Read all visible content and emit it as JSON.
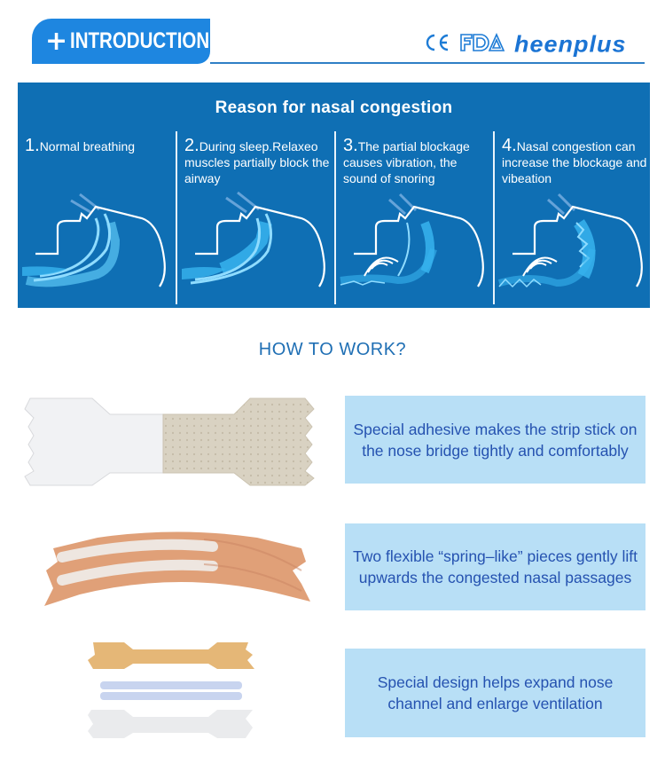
{
  "header": {
    "tab_plus": "+",
    "tab_label": "INTRODUCTION",
    "logos": {
      "ce": "CE",
      "fda": "FDA",
      "brand": "heenplus"
    }
  },
  "panel": {
    "title": "Reason for nasal congestion",
    "stages": [
      {
        "num": "1.",
        "text": "Normal breathing",
        "icon": "airway-normal-icon"
      },
      {
        "num": "2.",
        "text": "During sleep.Relaxeo muscles partially block the airway",
        "icon": "airway-partially-blocked-icon"
      },
      {
        "num": "3.",
        "text": "The partial blockage causes vibration, the sound of snoring",
        "icon": "airway-snoring-icon"
      },
      {
        "num": "4.",
        "text": "Nasal congestion can increase the blockage and vibeation",
        "icon": "airway-congested-icon"
      }
    ]
  },
  "how_to_work": {
    "title": "HOW TO WORK?",
    "features": [
      {
        "image": "nasal-strip-adhesive-image",
        "text": "Special adhesive makes the strip stick on the nose bridge tightly and comfortably"
      },
      {
        "image": "nasal-strip-spring-image",
        "text": "Two flexible “spring–like” pieces gently lift upwards the congested nasal passages"
      },
      {
        "image": "nasal-strip-layers-image",
        "text": "Special design helps  expand  nose channel and enlarge ventilation"
      }
    ]
  },
  "colors": {
    "tab_blue": "#1e86e0",
    "panel_blue": "#0f6fb4",
    "title_blue": "#1f6fb4",
    "box_light_blue": "#b8dff6",
    "box_text_blue": "#2552b0"
  }
}
